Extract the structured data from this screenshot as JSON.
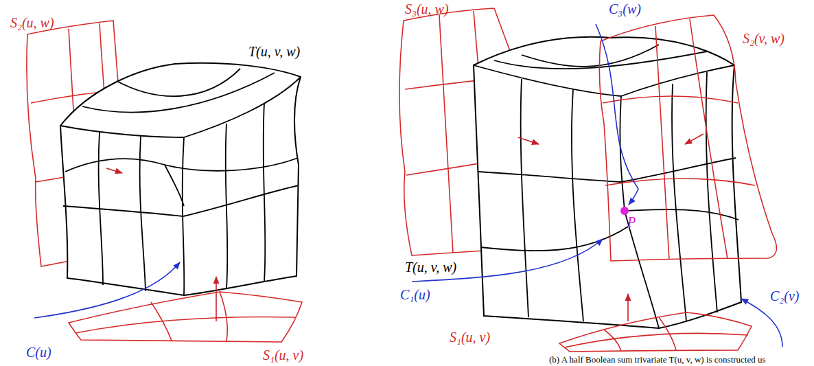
{
  "diagram": {
    "caption": "(b) A half Boolean sum trivariate T(u, v, w) is constructed us",
    "labels": [
      "S₂(u, w)",
      "T(u, v, w)",
      "C(u)",
      "S₁(u, v)",
      "S₃(u, w)",
      "C₃(w)",
      "S₂(v, w)",
      "P",
      "T(u, v, w)",
      "C₁(u)",
      "S₁(u, v)",
      "C₂(v)"
    ]
  }
}
